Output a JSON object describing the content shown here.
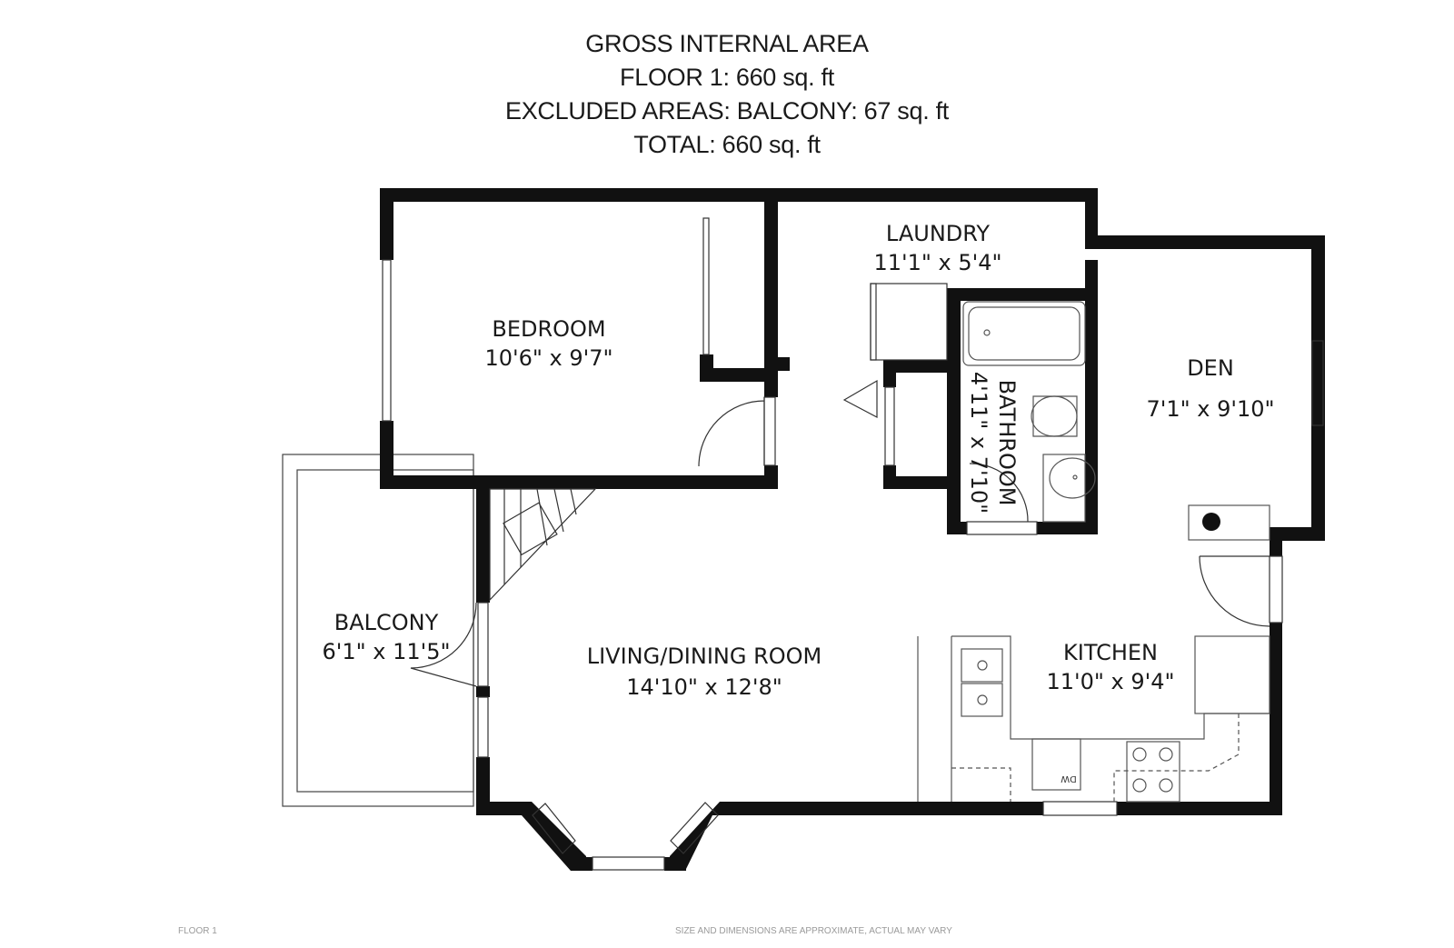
{
  "header": {
    "line1": "GROSS INTERNAL AREA",
    "line2": "FLOOR 1: 660 sq. ft",
    "line3": "EXCLUDED AREAS: BALCONY: 67 sq. ft",
    "line4": "TOTAL: 660 sq. ft"
  },
  "rooms": {
    "bedroom": {
      "name": "BEDROOM",
      "dims": "10'6\" x 9'7\""
    },
    "laundry": {
      "name": "LAUNDRY",
      "dims": "11'1\" x 5'4\""
    },
    "bathroom": {
      "name": "BATHROOM",
      "dims": "4'11\" x 7'10\""
    },
    "den": {
      "name": "DEN",
      "dims": "7'1\" x 9'10\""
    },
    "balcony": {
      "name": "BALCONY",
      "dims": "6'1\" x 11'5\""
    },
    "living": {
      "name": "LIVING/DINING ROOM",
      "dims": "14'10\" x 12'8\""
    },
    "kitchen": {
      "name": "KITCHEN",
      "dims": "11'0\" x 9'4\""
    }
  },
  "appliance_label": "DW",
  "footer": {
    "floor": "FLOOR 1",
    "disclaimer": "SIZE AND DIMENSIONS ARE APPROXIMATE, ACTUAL MAY VARY"
  },
  "colors": {
    "wall": "#111111",
    "fixture": "#555555",
    "background": "#ffffff"
  }
}
